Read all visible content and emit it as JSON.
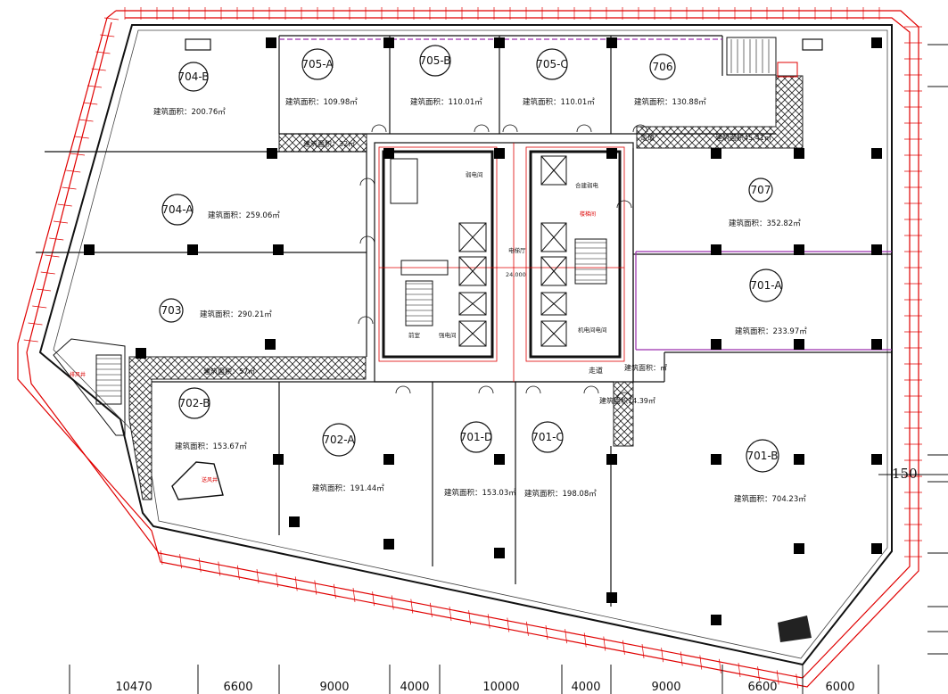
{
  "units": [
    {
      "id": "704-B",
      "area": "建筑面积：200.76㎡"
    },
    {
      "id": "705-A",
      "area": "建筑面积：109.98㎡"
    },
    {
      "id": "705-B",
      "area": "建筑面积：110.01㎡"
    },
    {
      "id": "705-C",
      "area": "建筑面积：110.01㎡"
    },
    {
      "id": "706",
      "area": "建筑面积：130.88㎡"
    },
    {
      "id": "704-A",
      "area": "建筑面积：259.06㎡"
    },
    {
      "id": "707",
      "area": "建筑面积：352.82㎡"
    },
    {
      "id": "703",
      "area": "建筑面积：290.21㎡"
    },
    {
      "id": "701-A",
      "area": "建筑面积：233.97㎡"
    },
    {
      "id": "702-B",
      "area": "建筑面积：153.67㎡"
    },
    {
      "id": "702-A",
      "area": "建筑面积：191.44㎡"
    },
    {
      "id": "701-D",
      "area": "建筑面积：153.03㎡"
    },
    {
      "id": "701-C",
      "area": "建筑面积：198.08㎡"
    },
    {
      "id": "701-B",
      "area": "建筑面积：704.23㎡"
    }
  ],
  "corridors": {
    "north_west": "建筑面积：32㎡",
    "north_east_walk": "走道",
    "north_east_area": "建筑面积45.41㎡",
    "south_west": "建筑面积：57㎡",
    "south_east_walk": "走道",
    "south_east_area": "建筑面积：㎡",
    "south_east_area2": "建筑面积14.39㎡"
  },
  "core": {
    "lobby": "电梯厅",
    "dimension": "24,000",
    "room_a": "弱电间",
    "room_b": "强电间",
    "room_c": "合建弱电",
    "room_d": "前室",
    "room_e": "机电间电间",
    "room_f": "楼梯间"
  },
  "stairs": {
    "sw_shaft": "排风井",
    "sw_room": "送风井"
  },
  "marker_right": "150",
  "bottom_dimensions": [
    "10470",
    "6600",
    "9000",
    "4000",
    "10000",
    "4000",
    "9000",
    "6600",
    "6000"
  ],
  "colors": {
    "wall": "#111111",
    "red_dim": "#e00000",
    "magenta": "#9b2fae",
    "column": "#000000"
  }
}
